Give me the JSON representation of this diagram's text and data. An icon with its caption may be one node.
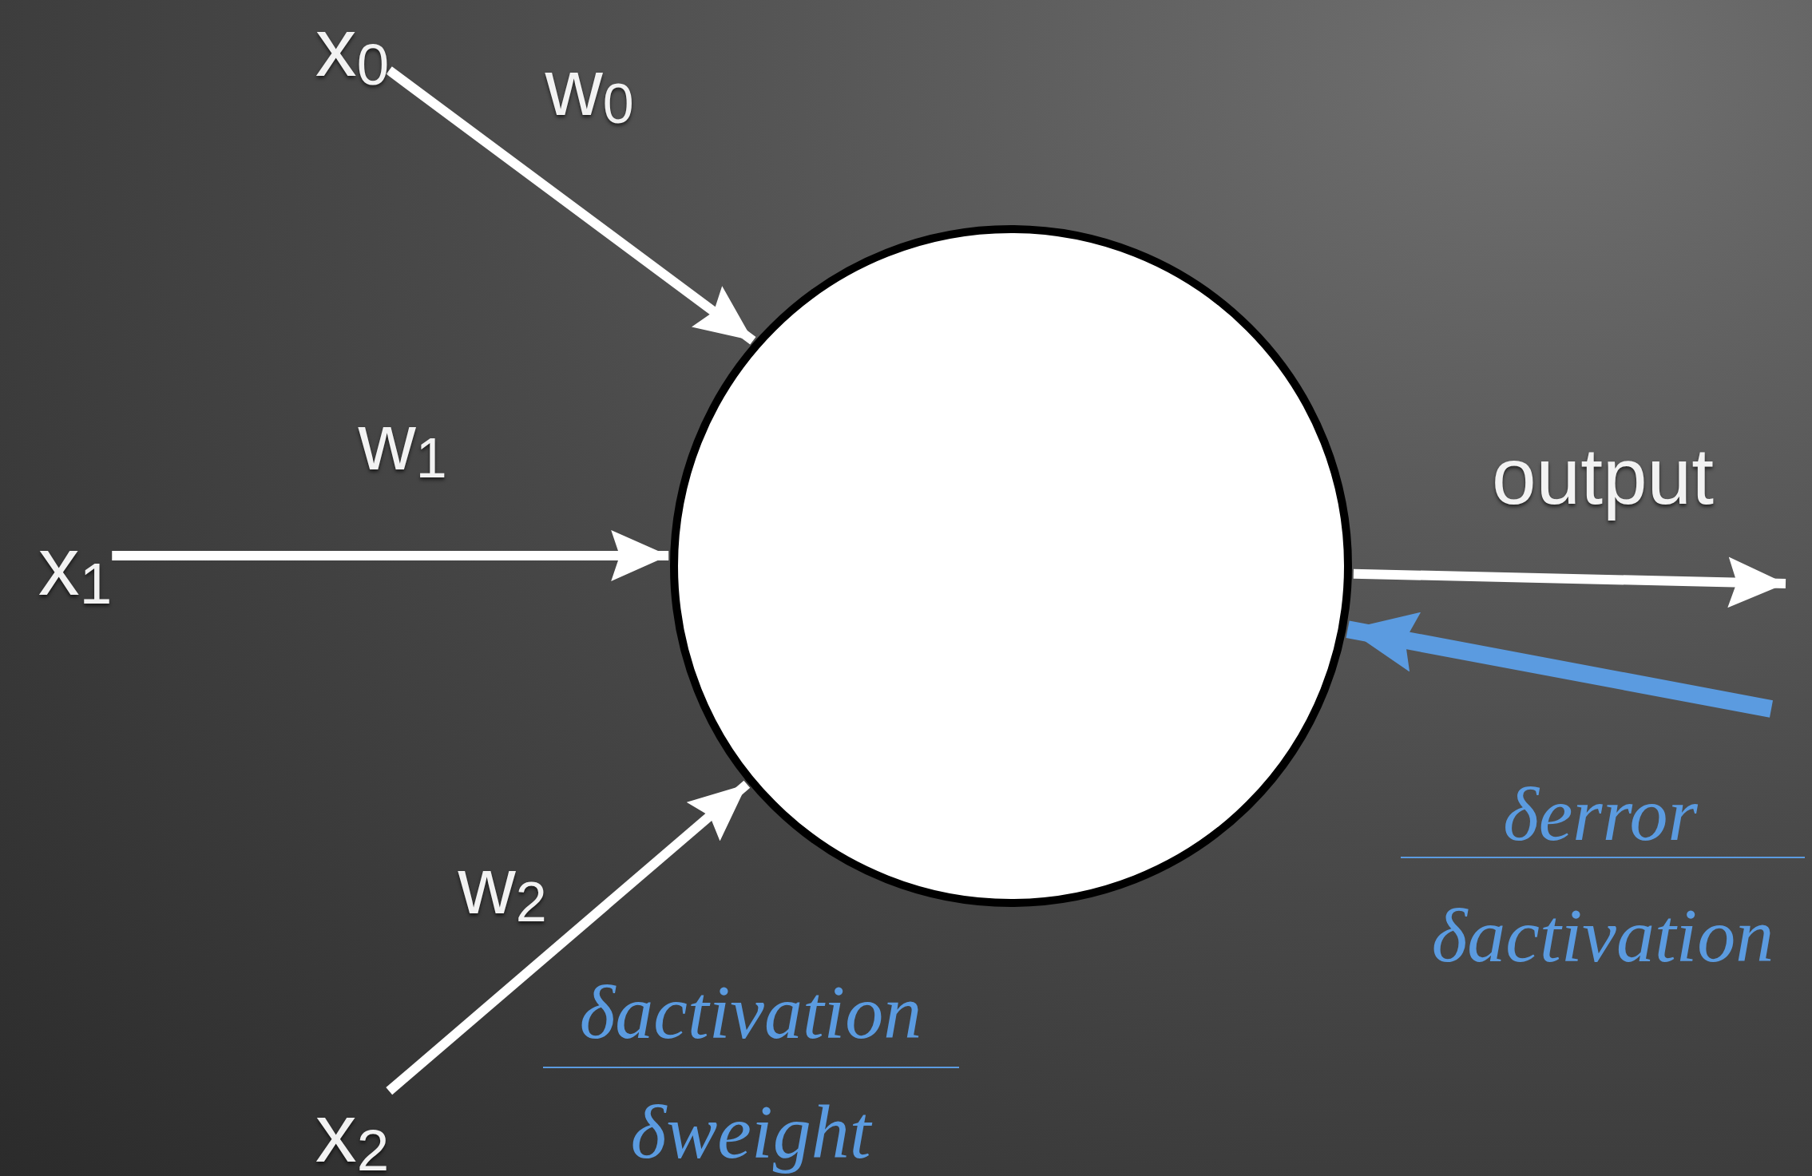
{
  "diagram": {
    "nodes": [
      {
        "text": [
          "x$_{0}$"
        ]
      },
      {
        "text": [
          "x$_{1}$"
        ]
      },
      {
        "text": [
          "x$_{2}$"
        ]
      },
      {
        "text": [],
        "shape": "circle"
      }
    ],
    "edges": [
      {
        "from": 0,
        "to": 3,
        "arrow": "to",
        "label": "w$_{0}$"
      },
      {
        "from": 1,
        "to": 3,
        "arrow": "to",
        "label": "w$_{1}$"
      },
      {
        "from": 2,
        "to": 3,
        "arrow": "to",
        "label": "w$_{2}$"
      },
      {
        "from": 3,
        "to": null,
        "arrow": "to",
        "label": "output"
      },
      {
        "from": null,
        "to": 3,
        "arrow": "to",
        "style": "thick",
        "color": "#5b9be0"
      }
    ],
    "labels": [
      "δerror",
      "δactivation",
      "δactivation",
      "δweight"
    ]
  }
}
